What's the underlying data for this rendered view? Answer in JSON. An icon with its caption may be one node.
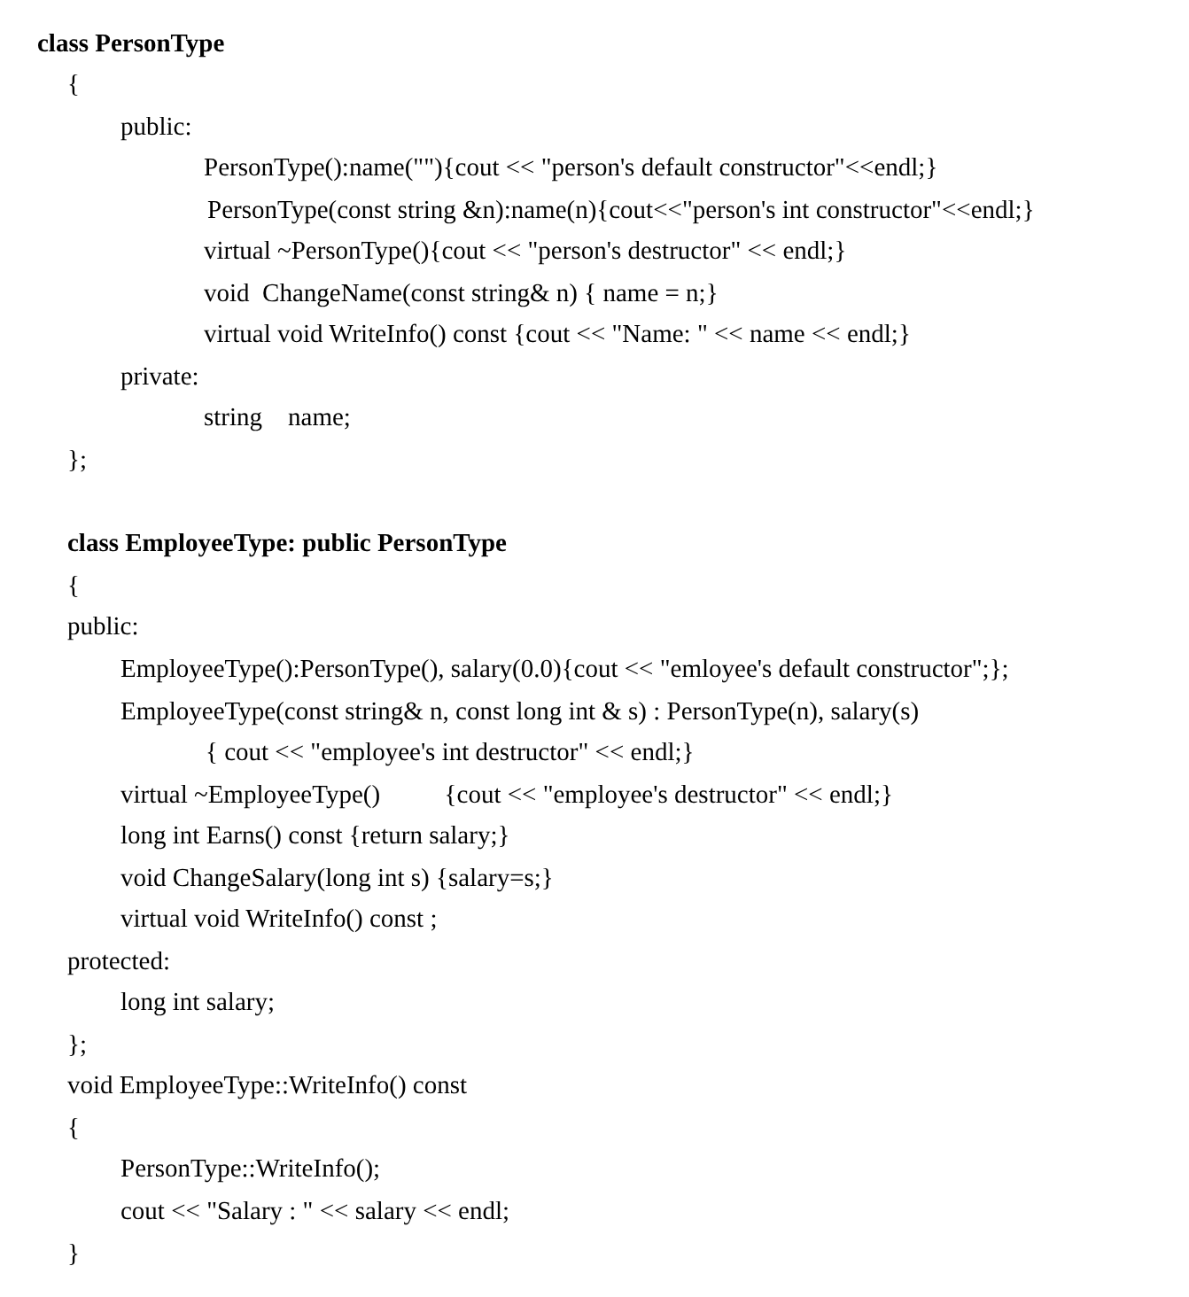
{
  "diagram": {
    "labels": [
      "class PersonType",
      "{",
      "public:",
      "PersonType():name(\"\"){cout << \"person's default constructor\"<<endl;}",
      "PersonType(const string &n):name(n){cout<<\"person's int constructor\"<<endl;}",
      "virtual ~PersonType(){cout << \"person's destructor\" << endl;}",
      "void  ChangeName(const string& n) { name = n;}",
      "virtual void WriteInfo() const {cout << \"Name: \" << name << endl;}",
      "private:",
      "string    name;",
      "};",
      "class EmployeeType: public PersonType",
      "{",
      "public:",
      "EmployeeType():PersonType(), salary(0.0){cout << \"emloyee's default constructor\";};",
      "EmployeeType(const string& n, const long int & s) : PersonType(n), salary(s)",
      "{ cout << \"employee's int destructor\" << endl;}",
      "virtual ~EmployeeType()          {cout << \"employee's destructor\" << endl;}",
      "long int Earns() const {return salary;}",
      "void ChangeSalary(long int s) {salary=s;}",
      "virtual void WriteInfo() const ;",
      "protected:",
      "long int salary;",
      "};",
      "void EmployeeType::WriteInfo() const",
      "{",
      "PersonType::WriteInfo();",
      "cout << \"Salary : \" << salary << endl;",
      "}"
    ]
  }
}
